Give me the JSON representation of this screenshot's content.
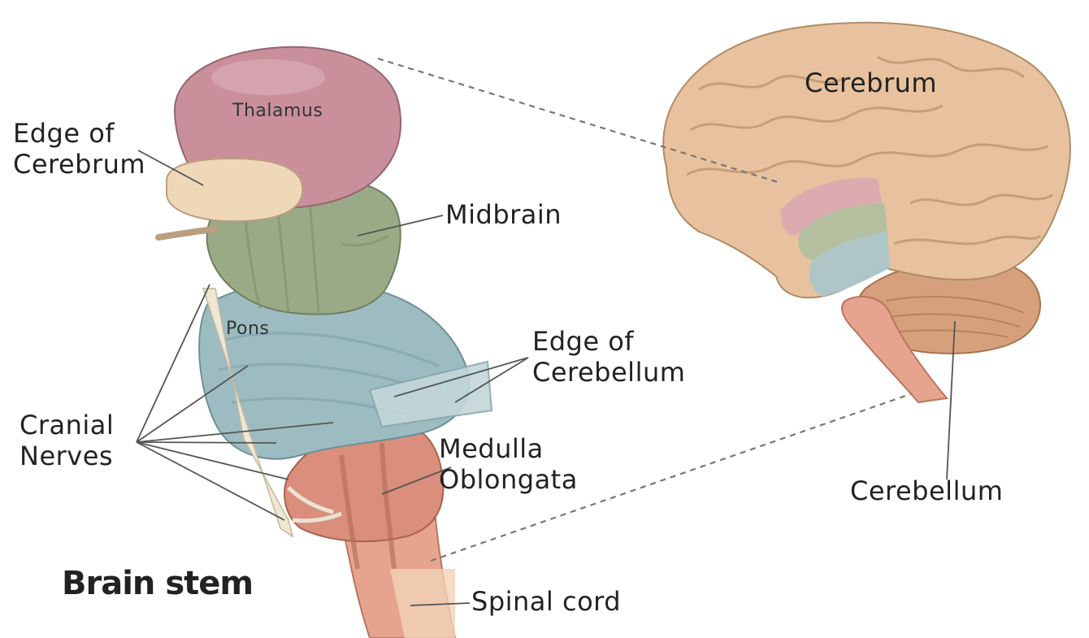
{
  "labels": {
    "thalamus": "Thalamus",
    "edge_of_cerebrum": "Edge of\nCerebrum",
    "midbrain": "Midbrain",
    "pons": "Pons",
    "edge_of_cerebellum": "Edge of\nCerebellum",
    "cranial_nerves": "Cranial\nNerves",
    "medulla_oblongata": "Medulla\nOblongata",
    "spinal_cord": "Spinal cord",
    "brain_stem": "Brain stem",
    "cerebrum": "Cerebrum",
    "cerebellum": "Cerebellum"
  },
  "colors": {
    "thalamus": "#c9909c",
    "cerebrum": "#e8c29e",
    "midbrain": "#9aaa86",
    "pons": "#9cbcc2",
    "medulla": "#d98f7c",
    "cerebellum": "#d6a07c",
    "leader_line": "#555555",
    "dashed_line": "#777777"
  }
}
